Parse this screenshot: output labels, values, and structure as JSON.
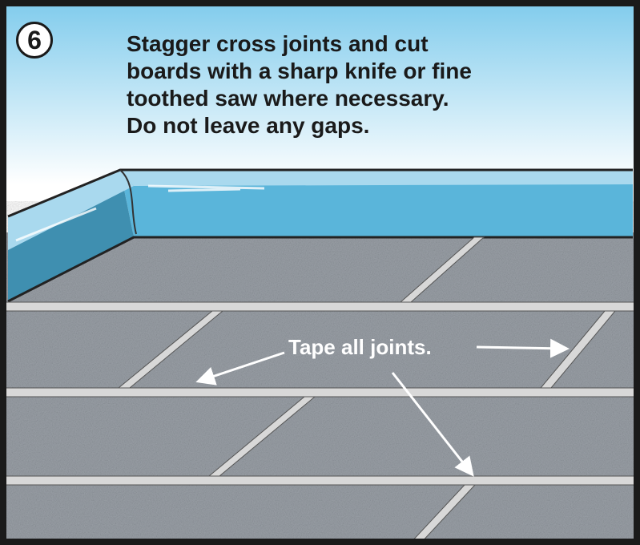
{
  "step": {
    "number": "6"
  },
  "instructions": {
    "lines": [
      "Stagger cross joints and cut",
      "boards with a sharp knife or fine",
      "toothed saw where necessary.",
      "Do not leave any gaps."
    ]
  },
  "callout": {
    "label": "Tape all joints."
  },
  "colors": {
    "sky_top": "#7fcbec",
    "upstand_back": "#5ab5da",
    "upstand_side": "#3f8fb0",
    "upstand_top": "#a9d9ee",
    "insulation": "#8e939a",
    "tape": "#d8d8d8",
    "frame": "#1a1a1a"
  }
}
